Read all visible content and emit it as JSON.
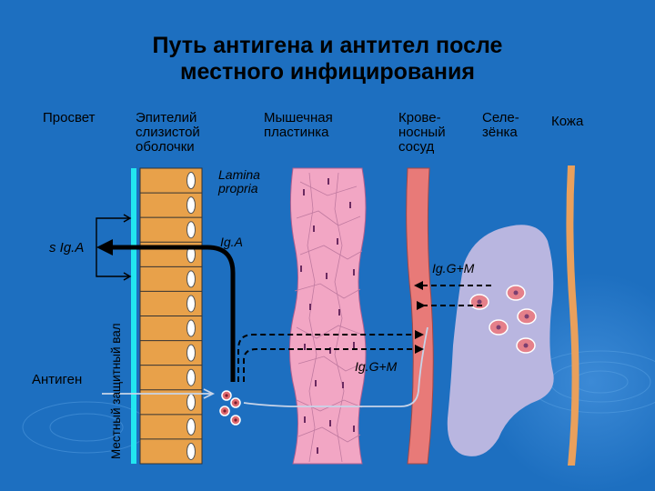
{
  "title_line1": "Путь антигена и антител после",
  "title_line2": "местного инфицирования",
  "columns": {
    "lumen": "Просвет",
    "epithelium": [
      "Эпителий",
      "слизистой",
      "оболочки"
    ],
    "lamina": [
      "Мышечная",
      "пластинка"
    ],
    "vessel": [
      "Крове-",
      "носный",
      "сосуд"
    ],
    "spleen": [
      "Селе-",
      "зёнка"
    ],
    "skin": "Кожа"
  },
  "lamina_propria": [
    "Lamina",
    "propria"
  ],
  "labels": {
    "siga": "s Ig.A",
    "iga": "Ig.A",
    "igg_top": "Ig.G+M",
    "igg_bottom": "Ig.G+M",
    "antigen": "Антиген",
    "local_barrier": "Местный защитный вал"
  },
  "colors": {
    "background": "#1d6fc0",
    "epithelium": "#e8a14a",
    "cyan_line": "#22e6f0",
    "lamina": "#f2a6c4",
    "vessel": "#e87a78",
    "spleen": "#b9b6e0",
    "skin": "#e9a05c"
  }
}
